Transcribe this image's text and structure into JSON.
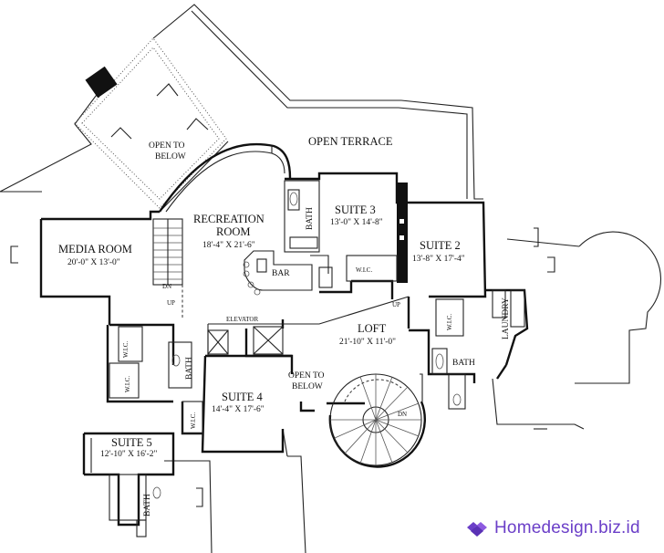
{
  "rooms": {
    "open_terrace": "OPEN TERRACE",
    "open_to_below_top": [
      "OPEN TO",
      "BELOW"
    ],
    "recreation_room": {
      "name_1": "RECREATION",
      "name_2": "ROOM",
      "dims": "18'-4\" X 21'-6\""
    },
    "media_room": {
      "name": "MEDIA ROOM",
      "dims": "20'-0\" X 13'-0\""
    },
    "suite3": {
      "name": "SUITE 3",
      "dims": "13'-0\" X 14'-8\""
    },
    "suite2": {
      "name": "SUITE 2",
      "dims": "13'-8\" X 17'-4\""
    },
    "loft": {
      "name": "LOFT",
      "dims": "21'-10\" X 11'-0\""
    },
    "open_to_below_loft": [
      "OPEN TO",
      "BELOW"
    ],
    "suite4": {
      "name": "SUITE 4",
      "dims": "14'-4\" X 17'-6\""
    },
    "suite5": {
      "name": "SUITE 5",
      "dims": "12'-10\" X 16'-2\""
    },
    "bar": "BAR",
    "bath_suite3": "BATH",
    "wic_suite3": "W.I.C.",
    "wic_suite2": "W.I.C.",
    "laundry": "LAUNDRY",
    "bath_suite2": "BATH",
    "elevator": "ELEVATOR",
    "wic_left": "W.I.C.",
    "wic_left2": "W.I.C.",
    "bath_center": "BATH",
    "wic_suite4": "W.I.C.",
    "bath_suite5": "BATH",
    "dn_stair": "DN",
    "up_stair": "UP",
    "up_mid": "UP",
    "dn_spiral": "DN"
  },
  "watermark": {
    "text": "Homedesign.biz.id",
    "color": "#6b3fc8",
    "icon": "home-logo-icon"
  }
}
